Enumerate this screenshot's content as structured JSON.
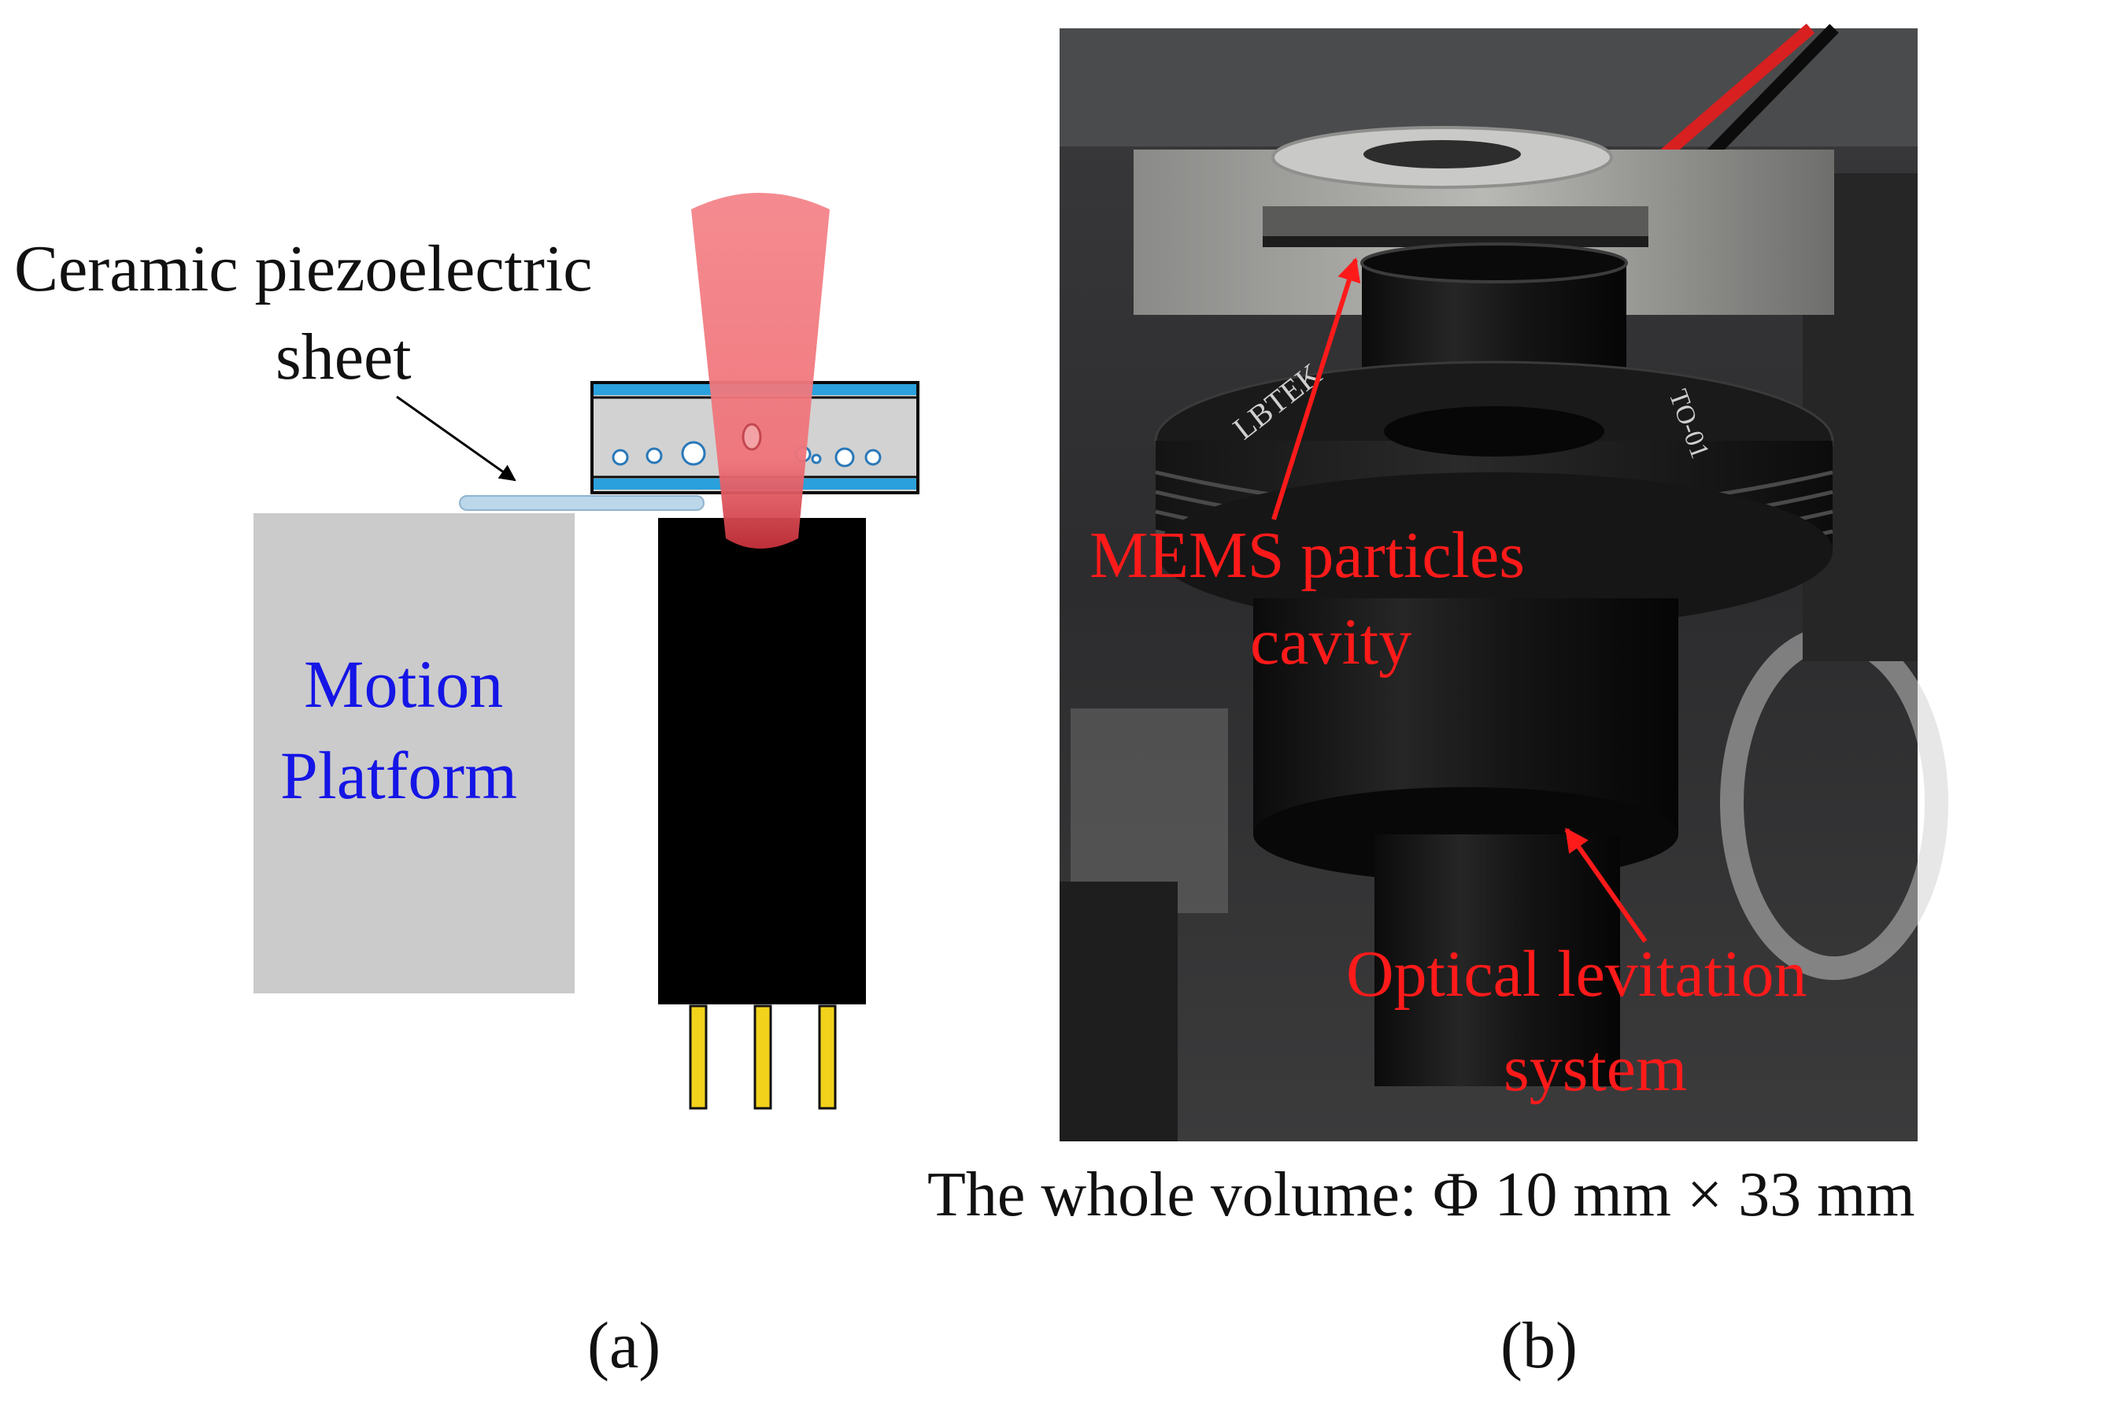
{
  "panel_a": {
    "callout_line1": "Ceramic piezoelectric",
    "callout_line2": "sheet",
    "platform_line1": "Motion",
    "platform_line2": "Platform",
    "platform_text_color": "#1515e6",
    "caption": "(a)"
  },
  "panel_b": {
    "label_cavity_line1": "MEMS particles",
    "label_cavity_line2": "cavity",
    "label_levitation_line1": "Optical levitation",
    "label_levitation_line2": "system",
    "annotation_color": "#ff1a1a",
    "volume_text": "The whole volume: Φ 10 mm × 33 mm",
    "caption": "(b)"
  }
}
